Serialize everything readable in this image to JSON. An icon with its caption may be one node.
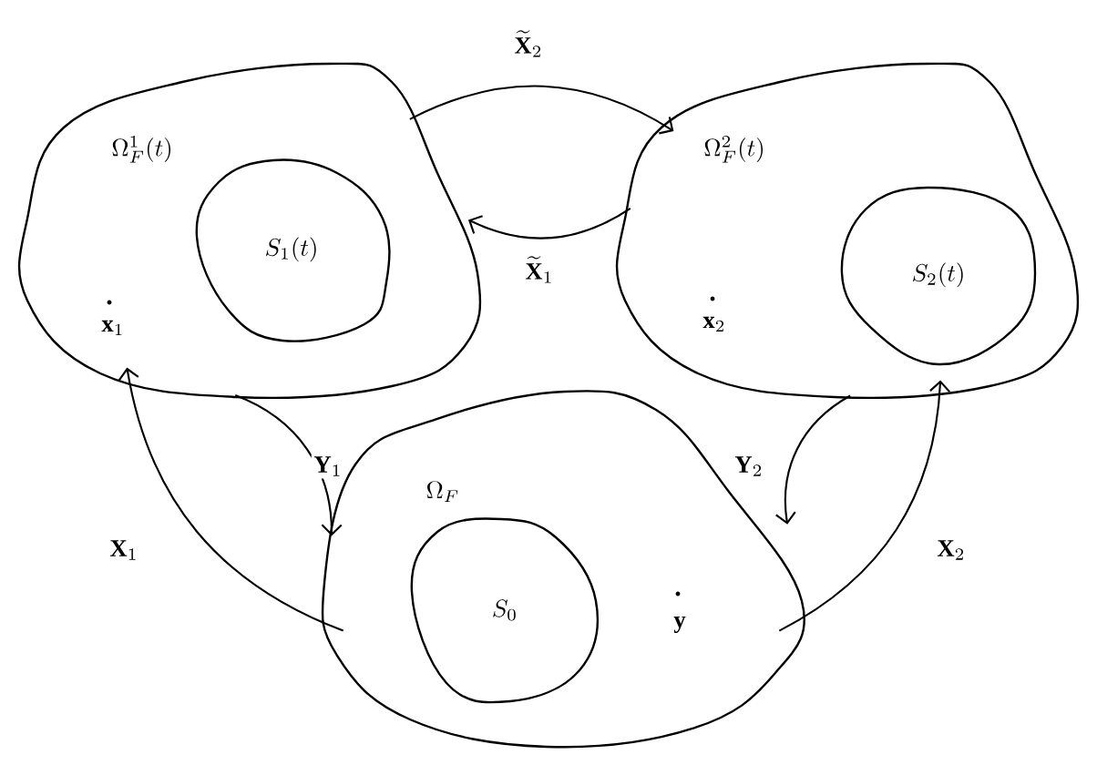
{
  "diagram": {
    "nodes": [
      {
        "text": [
          "\\Omega_F^1(t)",
          "\\mathbf{x}_1"
        ]
      },
      {
        "text": [
          "S_1(t)"
        ],
        "in": 0
      },
      {
        "text": [
          "\\Omega_F^2(t)",
          "\\mathbf{x}_2"
        ]
      },
      {
        "text": [
          "S_2(t)"
        ],
        "in": 2
      },
      {
        "text": [
          "\\Omega_F",
          "\\mathbf{y}"
        ]
      },
      {
        "text": [
          "S_0"
        ],
        "in": 4
      }
    ],
    "edges": [
      {
        "from": 0,
        "to": 2,
        "arrow": "to",
        "label": "\\widetilde{\\mathbf{X}}_2"
      },
      {
        "from": 2,
        "to": 0,
        "arrow": "to",
        "label": "\\widetilde{\\mathbf{X}}_1"
      },
      {
        "from": 0,
        "to": 4,
        "arrow": "to",
        "label": "\\mathbf{Y}_1"
      },
      {
        "from": 4,
        "to": 0,
        "arrow": "to",
        "label": "\\mathbf{X}_1"
      },
      {
        "from": 2,
        "to": 4,
        "arrow": "to",
        "label": "\\mathbf{Y}_2"
      },
      {
        "from": 4,
        "to": 2,
        "arrow": "to",
        "label": "\\mathbf{X}_2"
      }
    ]
  }
}
